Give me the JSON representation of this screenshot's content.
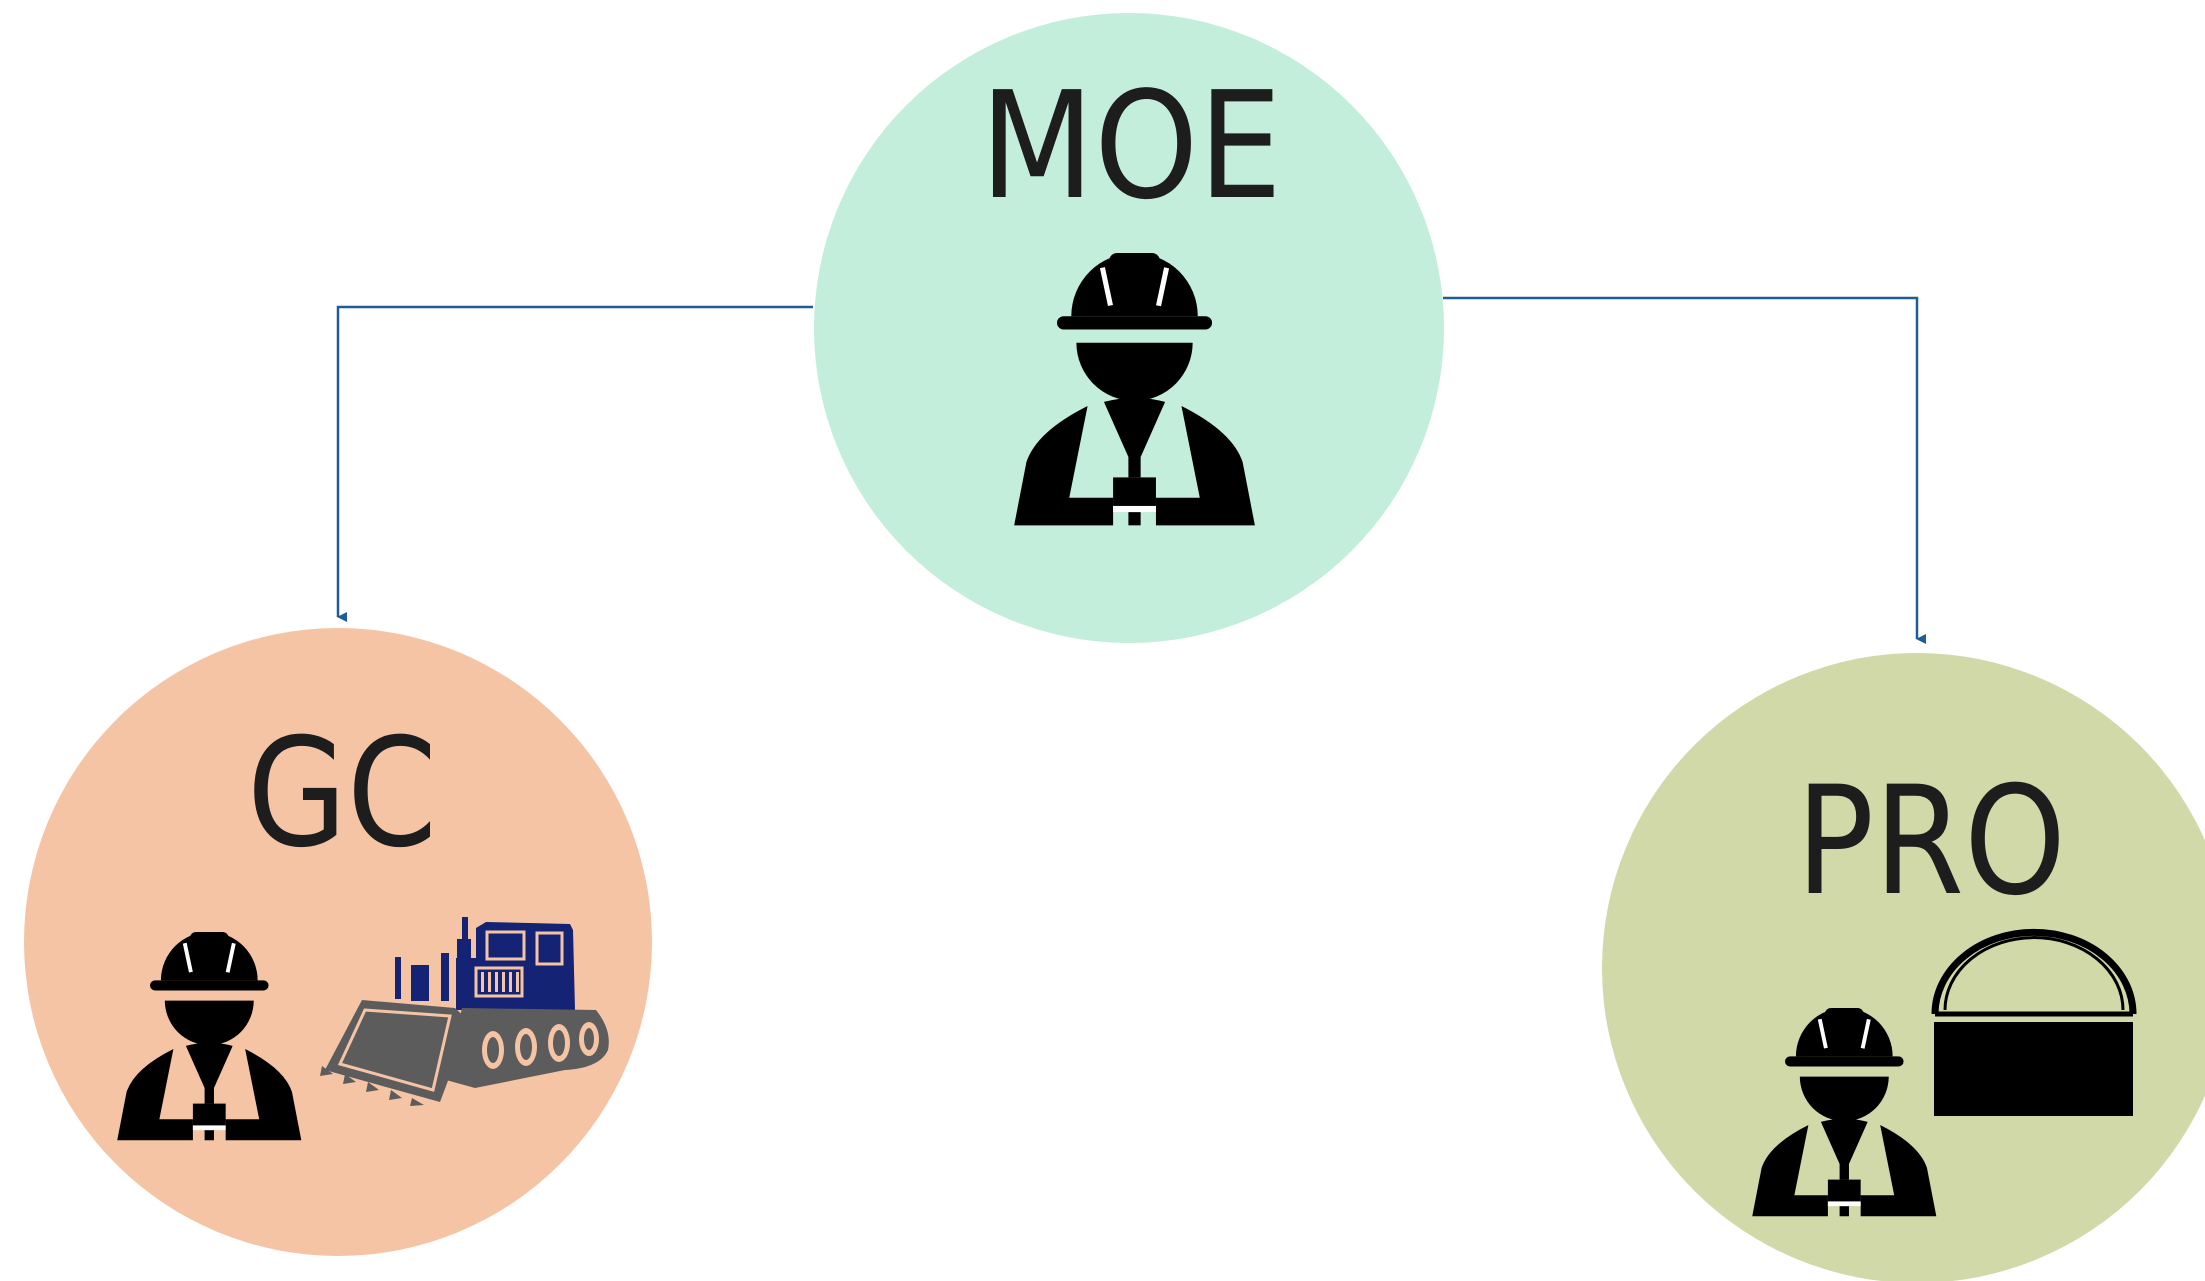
{
  "nodes": {
    "moe": {
      "label": "MOE",
      "color": "#c3eedb",
      "icons": [
        "construction-worker-icon"
      ]
    },
    "gc": {
      "label": "GC",
      "color": "#f5c4a5",
      "icons": [
        "construction-worker-icon",
        "bulldozer-icon"
      ]
    },
    "pro": {
      "label": "PRO",
      "color": "#d1d9a9",
      "icons": [
        "construction-worker-icon",
        "protractor-icon"
      ]
    }
  },
  "edges": [
    {
      "from": "MOE",
      "to": "GC"
    },
    {
      "from": "MOE",
      "to": "PRO"
    }
  ],
  "colors": {
    "connector": "#1f5d98",
    "icon": "#000000",
    "bulldozer_cab": "#142374",
    "bulldozer_body": "#5c5c5c"
  }
}
